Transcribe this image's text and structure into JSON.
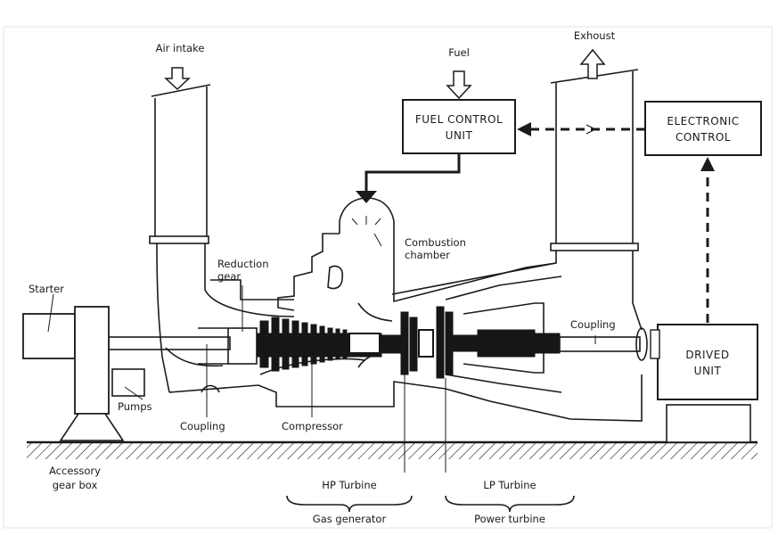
{
  "labels": {
    "air_intake": "Air intake",
    "fuel": "Fuel",
    "exhaust": "Exhoust",
    "fuel_control_line1": "FUEL CONTROL",
    "fuel_control_line2": "UNIT",
    "electronic_control_line1": "ELECTRONIC",
    "electronic_control_line2": "CONTROL",
    "combustion_line1": "Combustion",
    "combustion_line2": "chamber",
    "reduction_line1": "Reduction",
    "reduction_line2": "gear",
    "starter": "Starter",
    "pumps": "Pumps",
    "coupling_left": "Coupling",
    "compressor": "Compressor",
    "coupling_right": "Coupling",
    "driven_unit_line1": "DRIVED",
    "driven_unit_line2": "UNIT",
    "accessory_line1": "Accessory",
    "accessory_line2": "gear box",
    "hp_turbine": "HP Turbine",
    "gas_generator": "Gas generator",
    "lp_turbine": "LP Turbine",
    "power_turbine": "Power turbine"
  }
}
